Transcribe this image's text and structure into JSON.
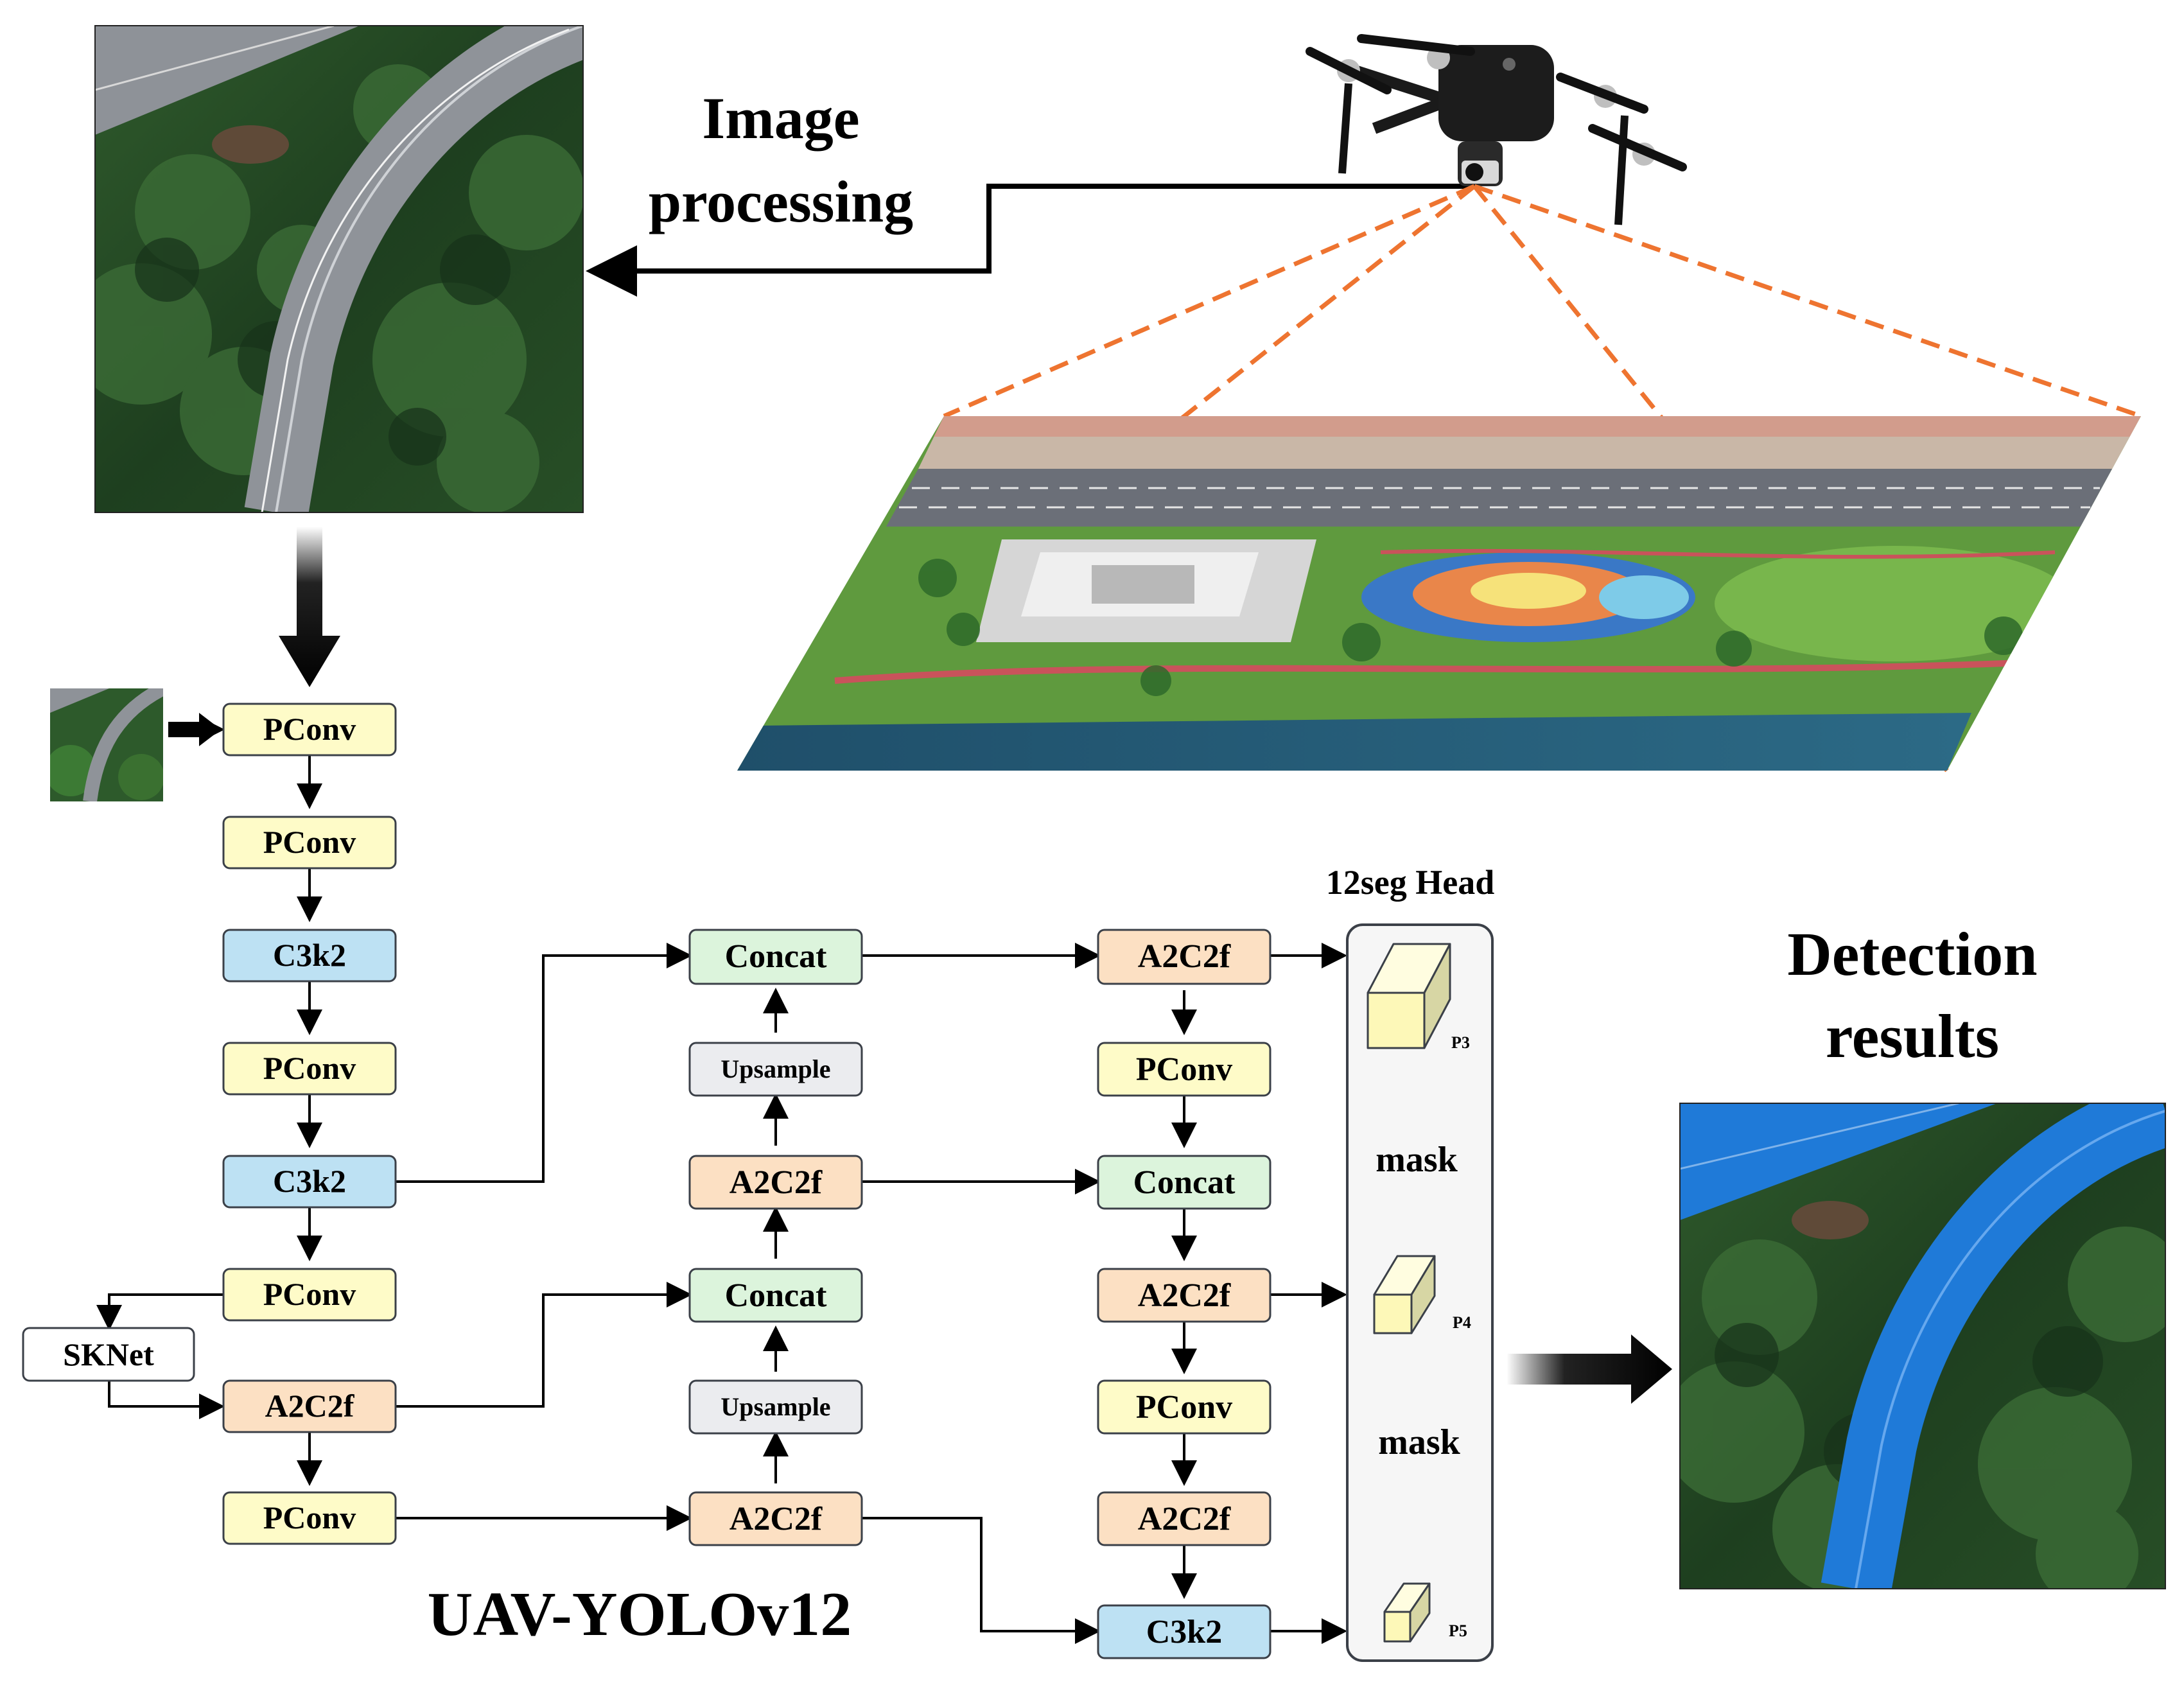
{
  "diagram": {
    "title": "UAV-YOLOv12",
    "top_label": [
      "Image",
      "processing"
    ],
    "result_label": [
      "Detection",
      "results"
    ],
    "head_title": "12seg Head",
    "mask_labels": [
      "mask",
      "mask"
    ],
    "feature_labels": [
      "P3",
      "P4",
      "P5"
    ],
    "skip_module": "SKNet",
    "backbone": [
      "PConv",
      "PConv",
      "C3k2",
      "PConv",
      "C3k2",
      "PConv",
      "A2C2f",
      "PConv"
    ],
    "neck_a": [
      "Concat",
      "Upsample",
      "A2C2f",
      "Concat",
      "Upsample",
      "A2C2f"
    ],
    "neck_b": [
      "A2C2f",
      "PConv",
      "Concat",
      "A2C2f",
      "PConv",
      "A2C2f",
      "C3k2"
    ],
    "colors": {
      "PConv": "#fefbc8",
      "C3k2": "#bde1f3",
      "A2C2f": "#fce0c3",
      "Concat": "#dcf4dc",
      "Upsample": "#ebecef",
      "stroke": "#3b4048",
      "dashed_rays": "#ee7430",
      "mask_overlay": "#1f7ad8"
    },
    "images": [
      "drone-photo",
      "aerial-road-image",
      "aerial-city-panorama",
      "input-thumbnail",
      "segmented-road-result"
    ]
  }
}
